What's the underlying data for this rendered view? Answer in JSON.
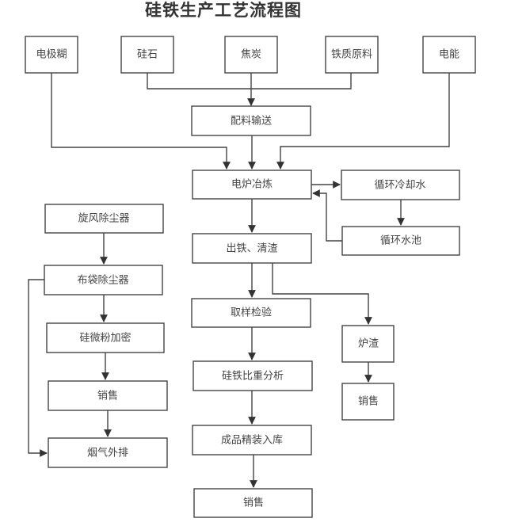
{
  "title": "硅铁生产工艺流程图",
  "colors": {
    "stroke": "#444444",
    "text": "#444444",
    "title": "#333333",
    "background": "#ffffff"
  },
  "nodes": {
    "electrode_paste": "电极糊",
    "silica": "硅石",
    "coke": "焦炭",
    "iron_material": "铁质原料",
    "electric_power": "电能",
    "batching_conveying": "配料输送",
    "furnace_smelting": "电炉冶炼",
    "cooling_water": "循环冷却水",
    "water_pool": "循环水池",
    "tapping_slagging": "出铁、清渣",
    "sampling_inspection": "取样检验",
    "specific_gravity_analysis": "硅铁比重分析",
    "packing_storage": "成品精装入库",
    "sales_main": "销售",
    "furnace_slag": "炉渣",
    "sales_slag": "销售",
    "cyclone_collector": "旋风除尘器",
    "bag_filter": "布袋除尘器",
    "microsilica_densify": "硅微粉加密",
    "sales_dust": "销售",
    "flue_gas_exhaust": "烟气外排"
  },
  "edges": [
    [
      "silica",
      "batching_conveying"
    ],
    [
      "coke",
      "batching_conveying"
    ],
    [
      "iron_material",
      "batching_conveying"
    ],
    [
      "electrode_paste",
      "furnace_smelting"
    ],
    [
      "batching_conveying",
      "furnace_smelting"
    ],
    [
      "electric_power",
      "furnace_smelting"
    ],
    [
      "furnace_smelting",
      "cooling_water"
    ],
    [
      "cooling_water",
      "water_pool"
    ],
    [
      "water_pool",
      "furnace_smelting"
    ],
    [
      "furnace_smelting",
      "tapping_slagging"
    ],
    [
      "tapping_slagging",
      "sampling_inspection"
    ],
    [
      "tapping_slagging",
      "furnace_slag"
    ],
    [
      "sampling_inspection",
      "specific_gravity_analysis"
    ],
    [
      "specific_gravity_analysis",
      "packing_storage"
    ],
    [
      "packing_storage",
      "sales_main"
    ],
    [
      "furnace_slag",
      "sales_slag"
    ],
    [
      "cyclone_collector",
      "bag_filter"
    ],
    [
      "bag_filter",
      "microsilica_densify"
    ],
    [
      "microsilica_densify",
      "sales_dust"
    ],
    [
      "sales_dust",
      "flue_gas_exhaust"
    ],
    [
      "bag_filter",
      "flue_gas_exhaust"
    ]
  ]
}
